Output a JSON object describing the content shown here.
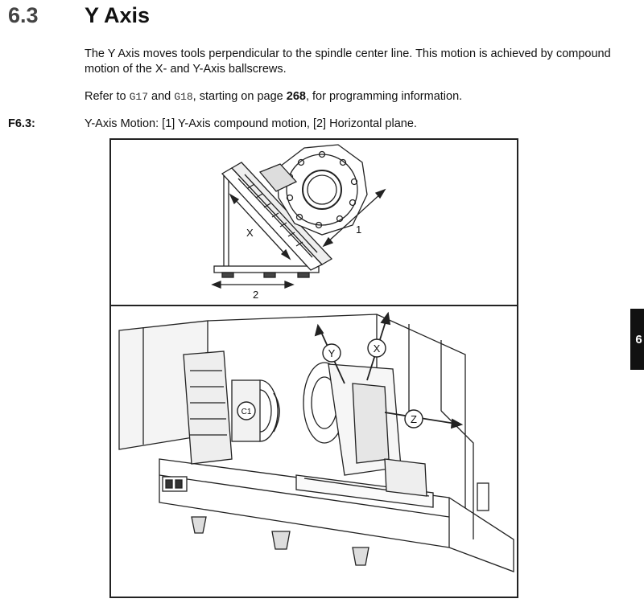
{
  "section": {
    "number": "6.3",
    "title": "Y Axis"
  },
  "paragraph1": "The Y Axis moves tools perpendicular to the spindle center line. This motion is achieved by compound motion of the X- and Y-Axis ballscrews.",
  "paragraph2": {
    "prefix": "Refer to ",
    "code1": "G17",
    "and": " and ",
    "code2": "G18",
    "middle": ", starting on page ",
    "page": "268",
    "suffix": ", for programming information."
  },
  "figure": {
    "label": "F6.3:",
    "caption": "Y-Axis Motion: [1] Y-Axis compound motion, [2] Horizontal plane.",
    "top_callouts": {
      "x": "X",
      "one": "1",
      "two": "2"
    },
    "bottom_callouts": {
      "y": "Y",
      "x": "X",
      "z": "Z",
      "c1": "C1"
    }
  },
  "side_tab": "6"
}
